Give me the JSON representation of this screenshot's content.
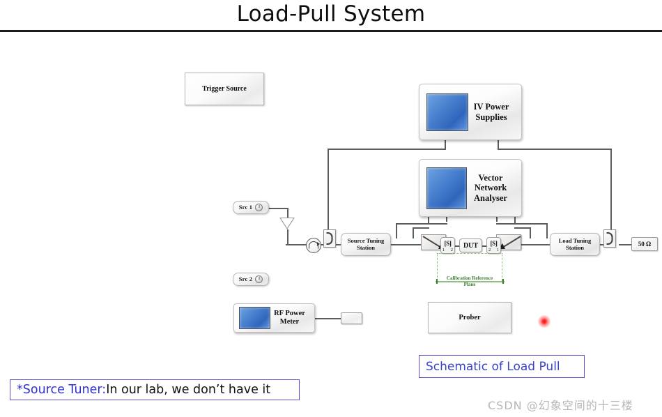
{
  "slide": {
    "title": "Load-Pull System",
    "background_color": "#ffffff",
    "accent_color": "#2f2fd6",
    "callout_border_color": "#5b50c8"
  },
  "diagram": {
    "trigger_source": {
      "label": "Trigger Source"
    },
    "iv_power_supplies": {
      "label": "IV Power\nSupplies",
      "line1": "IV Power",
      "line2": "Supplies",
      "screen_color": "#3f73c6"
    },
    "vector_network_analyser": {
      "line1": "Vector",
      "line2": "Network",
      "line3": "Analyser",
      "screen_color": "#3f73c6"
    },
    "rf_power_meter": {
      "line1": "RF Power",
      "line2": "Meter",
      "screen_color": "#3f73c6"
    },
    "source_1": {
      "label": "Src 1",
      "icon": "power-knob-icon"
    },
    "source_2": {
      "label": "Src 2",
      "icon": "power-knob-icon"
    },
    "source_tuning_station": {
      "line1": "Source Tuning",
      "line2": "Station"
    },
    "load_tuning_station": {
      "line1": "Load Tuning",
      "line2": "Station"
    },
    "dut": {
      "label": "DUT"
    },
    "s_block_left": {
      "label": "[S]",
      "sub_left": "1",
      "sub_right": "2"
    },
    "s_block_right": {
      "label": "[S]",
      "sub_left": "2",
      "sub_right": "1"
    },
    "termination": {
      "label": "50 Ω"
    },
    "prober": {
      "label": "Prober"
    },
    "calibration_plane": {
      "line1": "Calibration Reference",
      "line2": "Plane",
      "color": "#3f7a33"
    },
    "laser_pointer": {
      "color": "#ff2020"
    }
  },
  "callouts": {
    "source_tuner_note": {
      "accent": "*Source Tuner:",
      "rest": " In our lab, we don’t have it"
    },
    "schematic_label": "Schematic of Load Pull"
  },
  "watermark": {
    "text": "CSDN @幻象空间的十三楼"
  }
}
